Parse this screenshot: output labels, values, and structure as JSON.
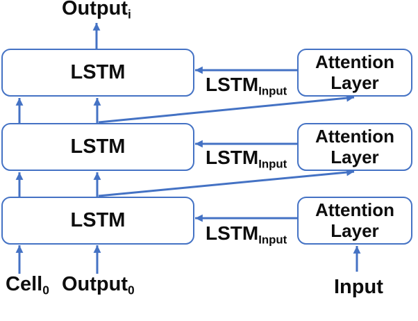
{
  "colors": {
    "accent": "#4472C4",
    "text": "#0d0d0d",
    "background": "#ffffff"
  },
  "boxes": {
    "lstm": [
      {
        "label": "LSTM"
      },
      {
        "label": "LSTM"
      },
      {
        "label": "LSTM"
      }
    ],
    "attention": [
      {
        "line1": "Attention",
        "line2": "Layer"
      },
      {
        "line1": "Attention",
        "line2": "Layer"
      },
      {
        "line1": "Attention",
        "line2": "Layer"
      }
    ]
  },
  "labels": {
    "output_top": {
      "text": "Output",
      "sub": "i"
    },
    "lstm_input": [
      {
        "text": "LSTM",
        "sub": "Input"
      },
      {
        "text": "LSTM",
        "sub": "Input"
      },
      {
        "text": "LSTM",
        "sub": "Input"
      }
    ],
    "cell_bottom": {
      "text": "Cell",
      "sub": "0"
    },
    "output_bottom": {
      "text": "Output",
      "sub": "0"
    },
    "input_bottom": {
      "text": "Input"
    }
  }
}
